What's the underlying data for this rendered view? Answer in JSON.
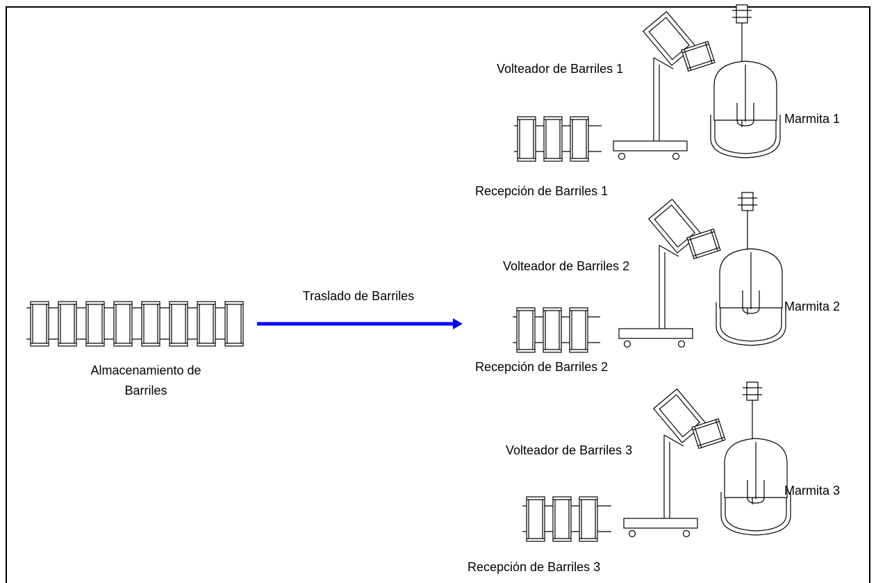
{
  "storage": {
    "label_line1": "Almacenamiento de",
    "label_line2": "Barriles",
    "barrel_count": 8
  },
  "transfer": {
    "label": "Traslado de Barriles",
    "arrow_color": "#0000ff"
  },
  "stations": [
    {
      "tipper_label": "Volteador de Barriles 1",
      "kettle_label": "Marmita 1",
      "reception_label": "Recepción de Barriles 1",
      "barrel_count": 3
    },
    {
      "tipper_label": "Volteador de Barriles 2",
      "kettle_label": "Marmita 2",
      "reception_label": "Recepción de Barriles 2",
      "barrel_count": 3
    },
    {
      "tipper_label": "Volteador de Barriles 3",
      "kettle_label": "Marmita 3",
      "reception_label": "Recepción de Barriles 3",
      "barrel_count": 3
    }
  ]
}
